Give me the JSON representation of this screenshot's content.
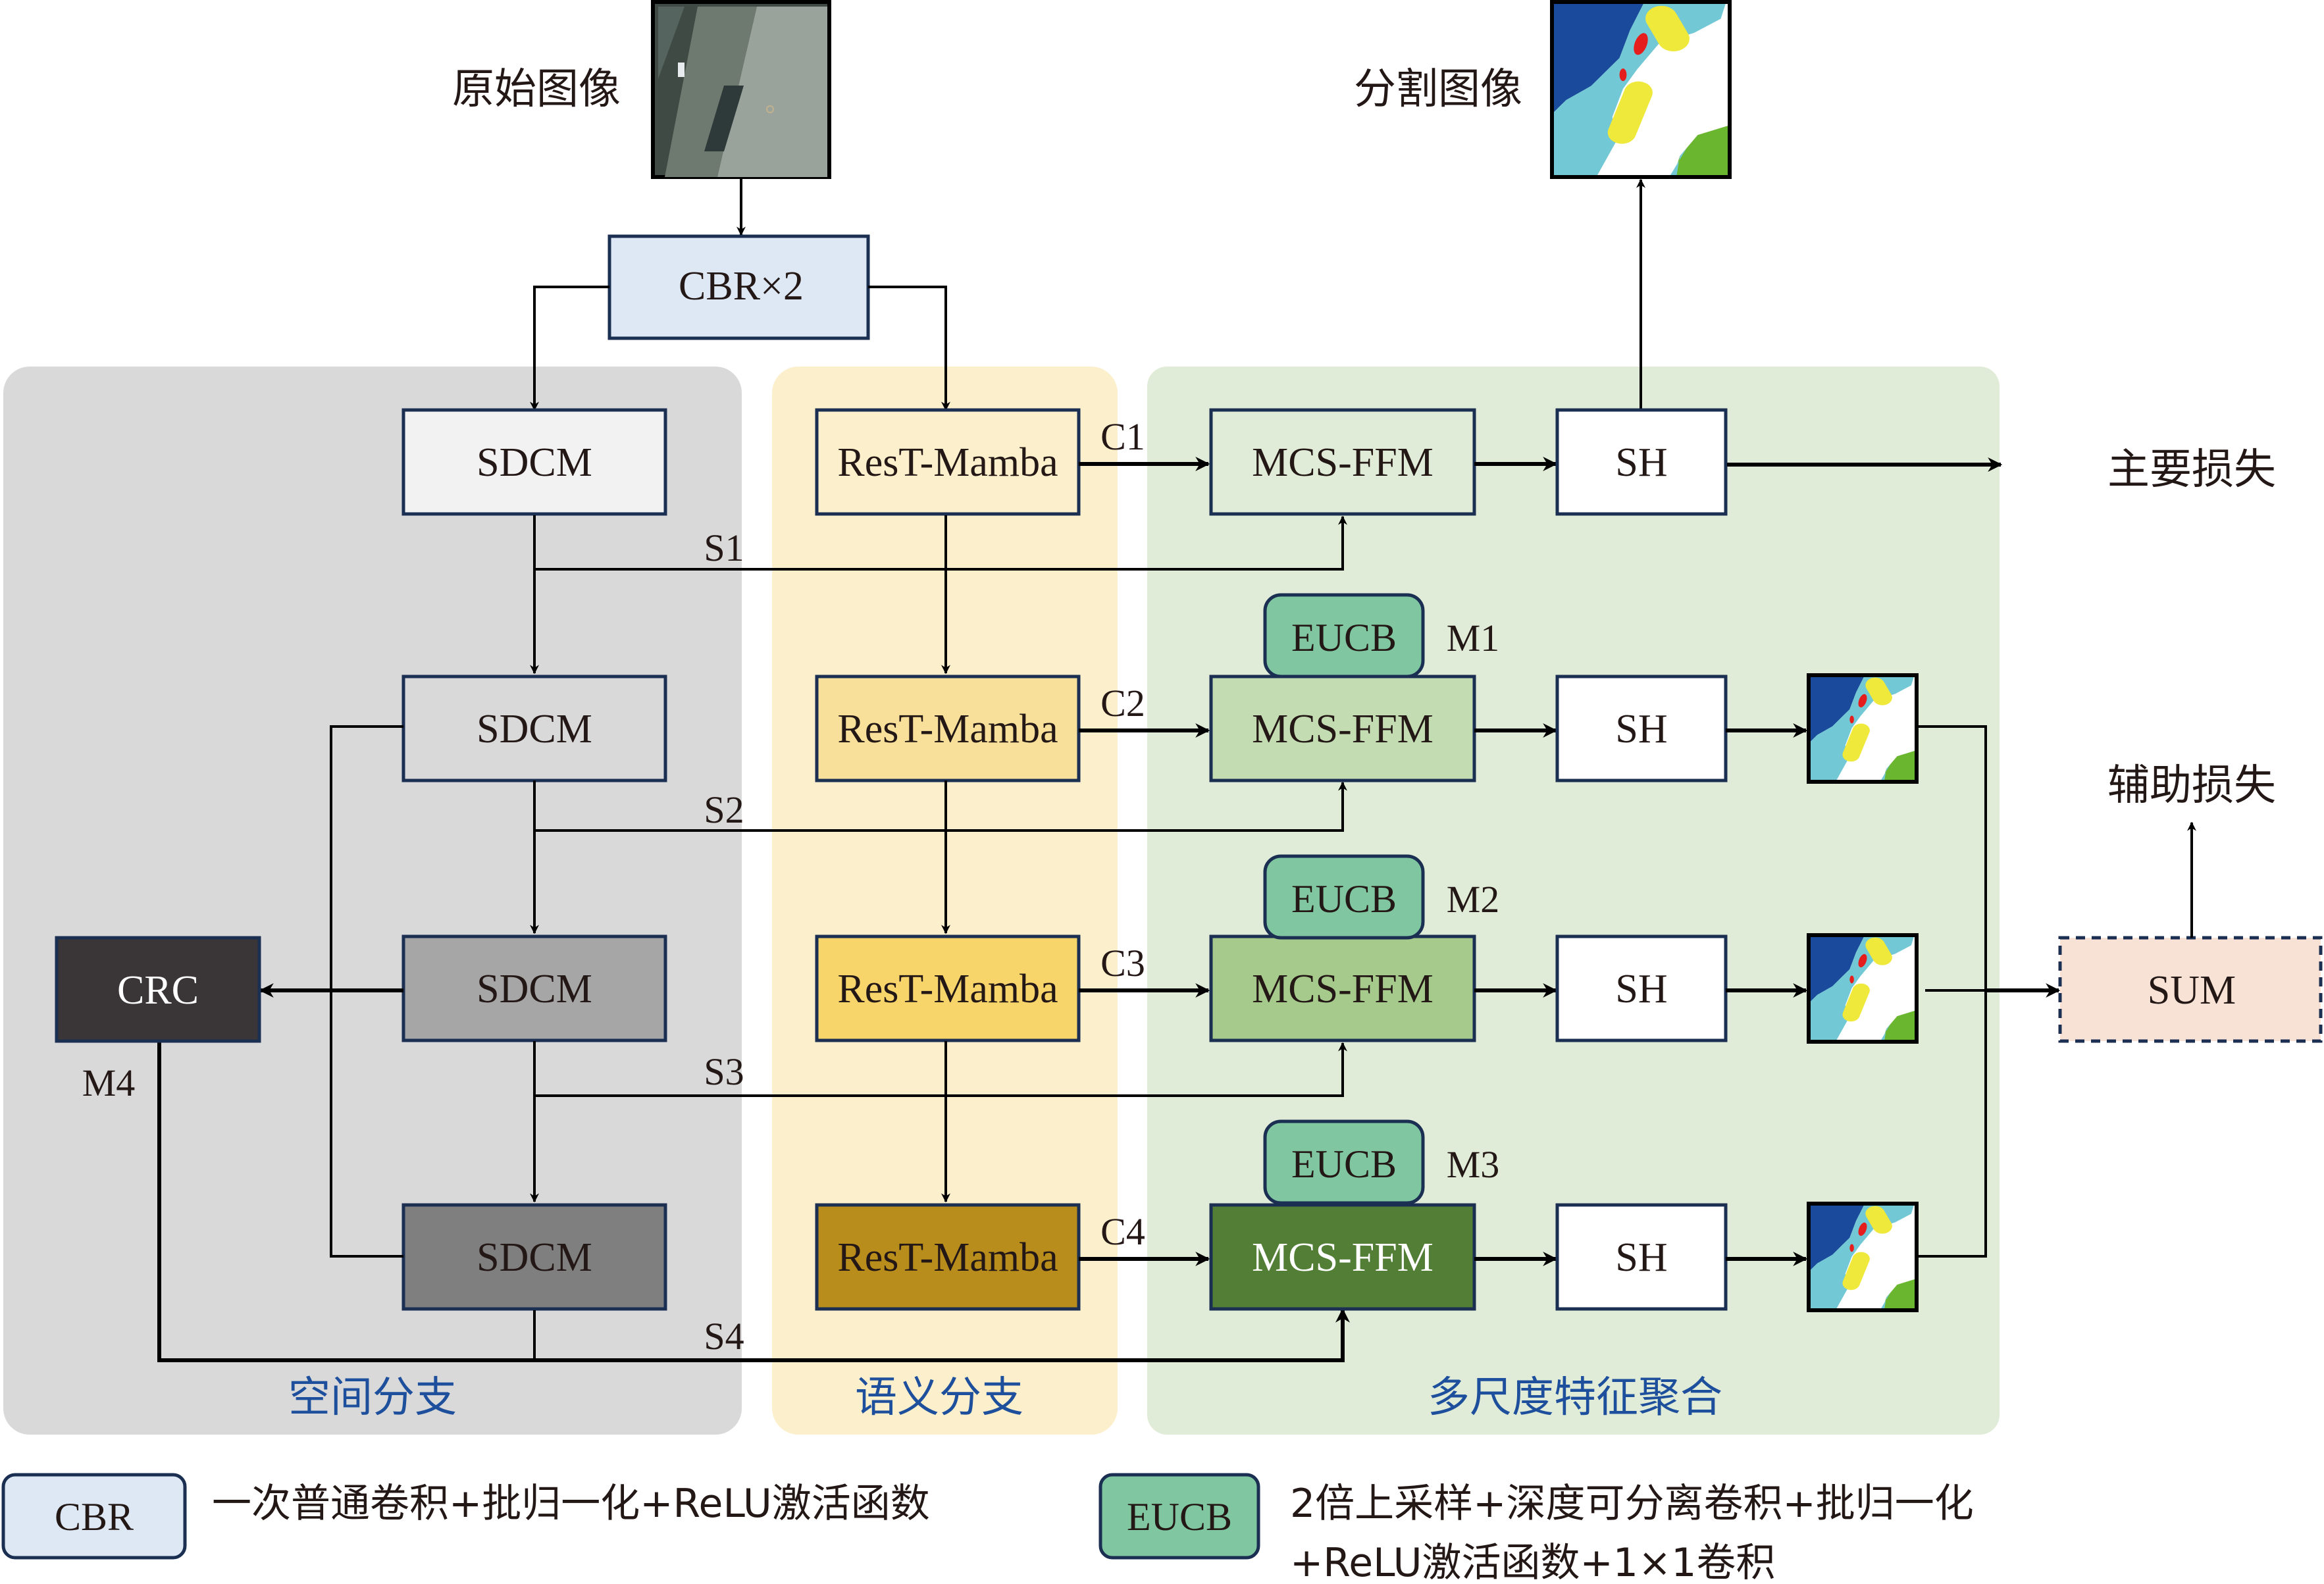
{
  "colors": {
    "spatial_panel": "#d9d9d9",
    "semantic_panel": "#fcefcc",
    "fusion_panel": "#e0ecd7",
    "cbr": "#dde8f4",
    "eucb": "#80c6a1",
    "sum": "#f8e2d6",
    "panel_label": "#1d4f9c",
    "border": "#1b2f52"
  },
  "input": {
    "label": "原始图像"
  },
  "output": {
    "label": "分割图像"
  },
  "cbr_block": {
    "label": "CBR×2"
  },
  "panels": {
    "spatial": {
      "label": "空间分支"
    },
    "semantic": {
      "label": "语义分支"
    },
    "fusion": {
      "label": "多尺度特征聚合"
    }
  },
  "spatial_branch": {
    "blocks": [
      {
        "label": "SDCM",
        "fill": "#f2f2f2",
        "text_color": "#231815"
      },
      {
        "label": "SDCM",
        "fill": "#d9d9d9",
        "text_color": "#231815"
      },
      {
        "label": "SDCM",
        "fill": "#a6a6a6",
        "text_color": "#231815"
      },
      {
        "label": "SDCM",
        "fill": "#7f7f7f",
        "text_color": "#231815"
      }
    ],
    "skip_labels": [
      "S1",
      "S2",
      "S3",
      "S4"
    ],
    "crc": {
      "label": "CRC",
      "fill": "#3a3536",
      "text_color": "#ffffff",
      "tag": "M4"
    }
  },
  "semantic_branch": {
    "blocks": [
      {
        "label": "ResT-Mamba",
        "fill": "#fcefcc",
        "tag": "C1"
      },
      {
        "label": "ResT-Mamba",
        "fill": "#f8e09a",
        "tag": "C2"
      },
      {
        "label": "ResT-Mamba",
        "fill": "#f7d56b",
        "tag": "C3"
      },
      {
        "label": "ResT-Mamba",
        "fill": "#b98d1b",
        "tag": "C4"
      }
    ]
  },
  "fusion_branch": {
    "ffm_blocks": [
      {
        "label": "MCS-FFM",
        "fill": "#e0ecd7",
        "text_color": "#231815"
      },
      {
        "label": "MCS-FFM",
        "fill": "#c3dcb2",
        "text_color": "#231815"
      },
      {
        "label": "MCS-FFM",
        "fill": "#a6ca8c",
        "text_color": "#231815"
      },
      {
        "label": "MCS-FFM",
        "fill": "#537e36",
        "text_color": "#ffffff"
      }
    ],
    "eucb_blocks": [
      {
        "label": "EUCB",
        "tag": "M1"
      },
      {
        "label": "EUCB",
        "tag": "M2"
      },
      {
        "label": "EUCB",
        "tag": "M3"
      }
    ],
    "sh_blocks": [
      {
        "label": "SH"
      },
      {
        "label": "SH"
      },
      {
        "label": "SH"
      },
      {
        "label": "SH"
      }
    ]
  },
  "losses": {
    "main": "主要损失",
    "aux": "辅助损失",
    "sum_label": "SUM"
  },
  "legend": [
    {
      "key": "CBR",
      "desc": "一次普通卷积+批归一化+ReLU激活函数"
    },
    {
      "key": "EUCB",
      "desc_line1": "2倍上采样+深度可分离卷积+批归一化",
      "desc_line2": "+ReLU激活函数+1×1卷积"
    }
  ]
}
